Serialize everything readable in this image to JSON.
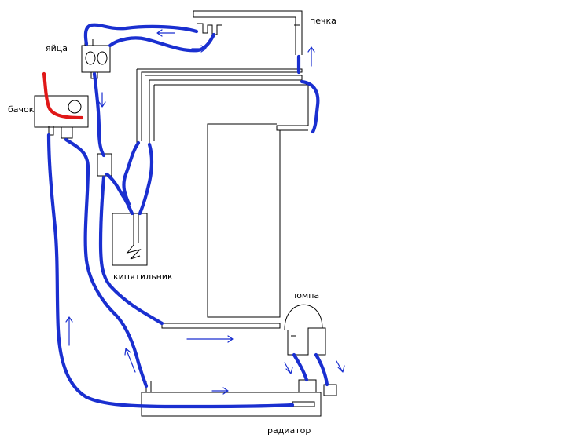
{
  "labels": {
    "heater": "печка",
    "eggs": "яйца",
    "tank": "бачок",
    "boiler": "кипятильник",
    "pump": "помпа",
    "radiator": "радиатор"
  },
  "colors": {
    "coolant_line": "#1a2fd0",
    "hot_line": "#e01818",
    "outline": "#000000",
    "background": "#ffffff"
  }
}
